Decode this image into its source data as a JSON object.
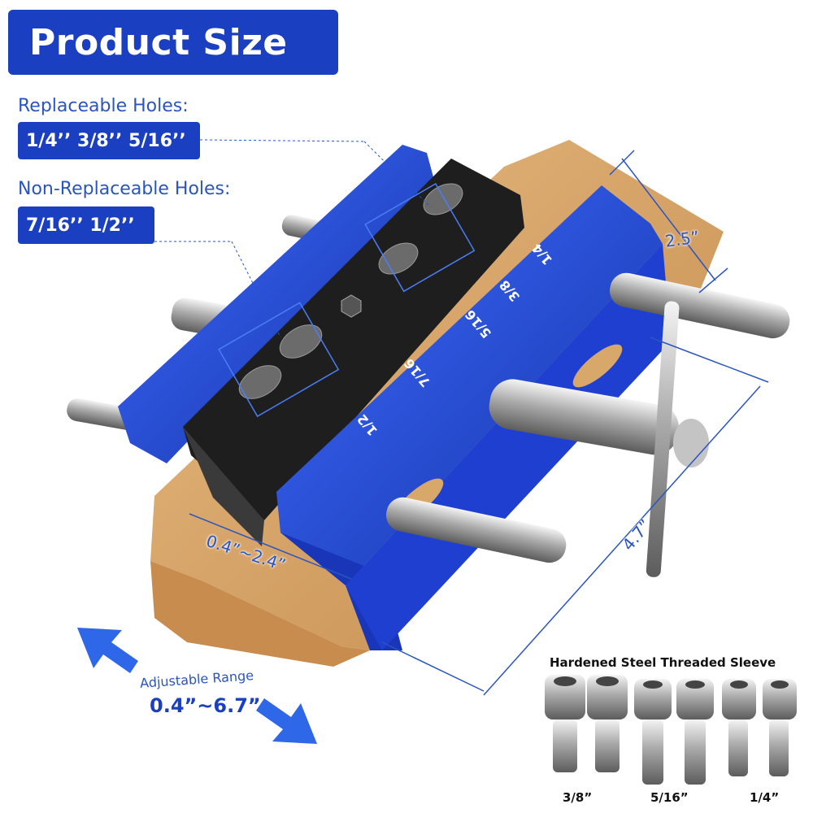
{
  "title": "Product Size",
  "replaceable": {
    "label": "Replaceable Holes:",
    "sizes": "1/4’’ 3/8’’ 5/16’’"
  },
  "non_replaceable": {
    "label": "Non-Replaceable Holes:",
    "sizes": "7/16’’ 1/2’’"
  },
  "dimensions": {
    "height": "2.5”",
    "length": "4.7”",
    "clamp_range": "0.4”~2.4”"
  },
  "adjustable": {
    "label": "Adjustable Range",
    "range": "0.4”~6.7”"
  },
  "plate_markings": [
    "1/4",
    "3/8",
    "5/16",
    "7/16",
    "1/2"
  ],
  "sleeve": {
    "title": "Hardened Steel Threaded Sleeve",
    "sizes": [
      "3/8”",
      "5/16”",
      "1/4”"
    ]
  },
  "colors": {
    "brand_blue": "#1b3fc1",
    "label_blue": "#2a55c0",
    "wood": "#d8a76a"
  }
}
